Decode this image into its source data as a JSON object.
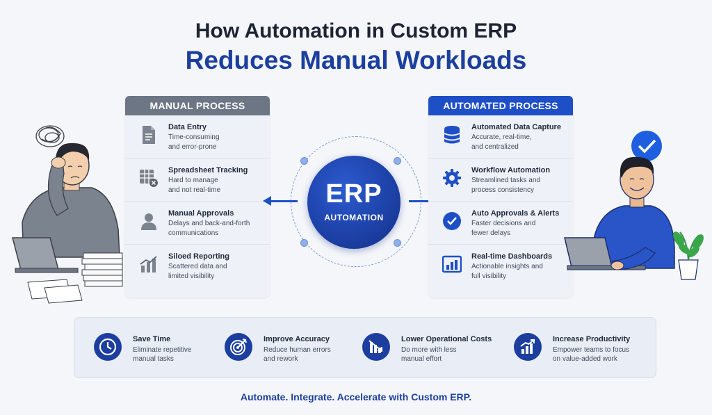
{
  "title": {
    "line1": "How Automation in Custom ERP",
    "line2": "Reduces Manual Workloads"
  },
  "manual": {
    "header": "MANUAL PROCESS",
    "items": [
      {
        "title": "Data Entry",
        "desc1": "Time-consuming",
        "desc2": "and error-prone",
        "icon": "document-icon"
      },
      {
        "title": "Spreadsheet Tracking",
        "desc1": "Hard to manage",
        "desc2": "and not real-time",
        "icon": "spreadsheet-icon"
      },
      {
        "title": "Manual Approvals",
        "desc1": "Delays and back-and-forth",
        "desc2": "communications",
        "icon": "person-icon"
      },
      {
        "title": "Siloed Reporting",
        "desc1": "Scattered data and",
        "desc2": "limited visibility",
        "icon": "bar-chart-icon"
      }
    ]
  },
  "automated": {
    "header": "AUTOMATED PROCESS",
    "items": [
      {
        "title": "Automated Data Capture",
        "desc1": "Accurate, real-time,",
        "desc2": "and centralized",
        "icon": "database-icon"
      },
      {
        "title": "Workflow Automation",
        "desc1": "Streamlined tasks and",
        "desc2": "process consistency",
        "icon": "gear-icon"
      },
      {
        "title": "Auto Approvals & Alerts",
        "desc1": "Faster decisions and",
        "desc2": "fewer delays",
        "icon": "check-circle-icon"
      },
      {
        "title": "Real-time Dashboards",
        "desc1": "Actionable insights and",
        "desc2": "full visibility",
        "icon": "dashboard-icon"
      }
    ]
  },
  "erp": {
    "main": "ERP",
    "sub": "AUTOMATION"
  },
  "benefits": [
    {
      "title": "Save Time",
      "desc1": "Eliminate repetitive",
      "desc2": "manual tasks",
      "icon": "clock-icon"
    },
    {
      "title": "Improve Accuracy",
      "desc1": "Reduce human errors",
      "desc2": "and rework",
      "icon": "target-icon"
    },
    {
      "title": "Lower Operational Costs",
      "desc1": "Do more with less",
      "desc2": "manual effort",
      "icon": "cost-down-icon"
    },
    {
      "title": "Increase Productivity",
      "desc1": "Empower teams to focus",
      "desc2": "on value-added work",
      "icon": "growth-chart-icon"
    }
  ],
  "tagline": "Automate. Integrate. Accelerate with Custom ERP.",
  "colors": {
    "brand_blue": "#1c3f9e",
    "accent_blue": "#1e4fc6",
    "manual_gray": "#6d7684",
    "background": "#f4f6fa"
  }
}
